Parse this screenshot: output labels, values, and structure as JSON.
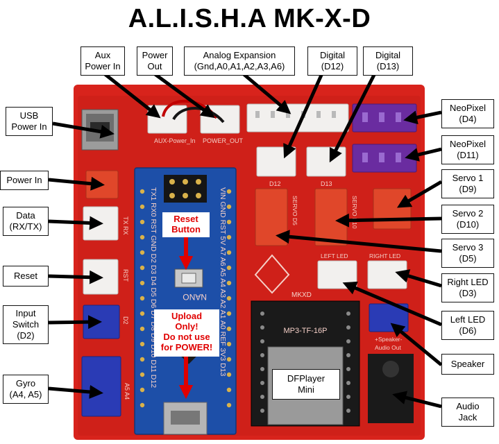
{
  "title": "A.L.I.S.H.A MK-X-D",
  "callouts": {
    "aux_power_in": "Aux\nPower In",
    "power_out": "Power\nOut",
    "analog_expansion": "Analog Expansion\n(Gnd,A0,A1,A2,A3,A6)",
    "digital_d12": "Digital\n(D12)",
    "digital_d13": "Digital\n(D13)",
    "usb_power_in": "USB\nPower In",
    "power_in": "Power In",
    "data_rxtx": "Data\n(RX/TX)",
    "reset": "Reset",
    "input_switch": "Input\nSwitch\n(D2)",
    "gyro": "Gyro\n(A4, A5)",
    "neopixel_d4": "NeoPixel\n(D4)",
    "neopixel_d11": "NeoPixel\n(D11)",
    "servo1": "Servo 1\n(D9)",
    "servo2": "Servo 2\n(D10)",
    "servo3": "Servo 3\n(D5)",
    "right_led": "Right LED\n(D3)",
    "left_led": "Left LED\n(D6)",
    "speaker": "Speaker",
    "audio_jack": "Audio\nJack",
    "dfplayer": "DFPlayer\nMini"
  },
  "notes": {
    "reset_button": "Reset\nButton",
    "upload_only": "Upload\nOnly!\nDo not use\nfor POWER!"
  },
  "silkscreen": {
    "aux_power": "AUX-Power_In",
    "power_out": "POWER_OUT",
    "nano": "NANO",
    "mp3": "MP3-TF-16P",
    "mkxd": "MKXD",
    "d12": "D12",
    "d13": "D13",
    "tx_rx": "TX RX",
    "rst": "RST",
    "d2": "D2",
    "a5a4": "A5 A4",
    "servo_d5": "SERVO D5",
    "servo_d10": "SERVO D10",
    "left_led": "LEFT LED",
    "right_led": "RIGHT LED",
    "speaker": "+Speaker-",
    "audio_out": "Audio Out",
    "pins_top": "TX1 RX0 RST GND D2 D3 D4 D5 D6 D7 D8 D9 D10 D11 D12",
    "pins_bottom": "VIN GND RST 5V A7 A6 A5 A4 A3 A2 A1 A0 REF 3V3 D13"
  },
  "colors": {
    "pcb": "#d8231c",
    "pcb_dark": "#b01812",
    "nano_board": "#1d4fa8",
    "servo_header": "#e0472a",
    "neopixel_header": "#6a2ca0",
    "blue_header": "#2a3bb5",
    "white_header": "#f2f0ee",
    "arrow": "#000000",
    "warning_text": "#e00000"
  }
}
